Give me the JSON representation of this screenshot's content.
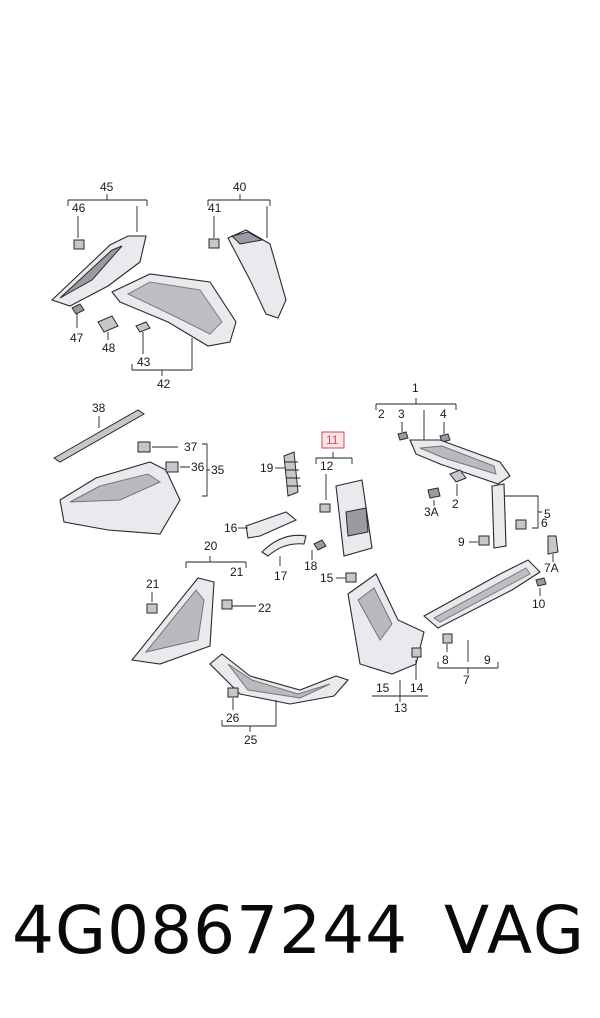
{
  "callouts": {
    "c1": "1",
    "c2": "2",
    "c3": "3",
    "c3a": "3A",
    "c4": "4",
    "c5": "5",
    "c6": "6",
    "c7": "7",
    "c7a": "7A",
    "c8": "8",
    "c9": "9",
    "c10": "10",
    "c11": "11",
    "c12": "12",
    "c13": "13",
    "c14": "14",
    "c15a": "15",
    "c15b": "15",
    "c16": "16",
    "c17": "17",
    "c18": "18",
    "c19": "19",
    "c20": "20",
    "c21a": "21",
    "c21b": "21",
    "c22": "22",
    "c25": "25",
    "c26": "26",
    "c35": "35",
    "c36": "36",
    "c37": "37",
    "c38": "38",
    "c40": "40",
    "c41": "41",
    "c42": "42",
    "c43": "43",
    "c45": "45",
    "c46": "46",
    "c47": "47",
    "c48": "48",
    "c2b": "2",
    "c9b": "9"
  },
  "footer": {
    "part_number": "4G0867244",
    "brand": "VAG"
  },
  "colors": {
    "highlight": "#d24a55",
    "line": "#222222"
  }
}
